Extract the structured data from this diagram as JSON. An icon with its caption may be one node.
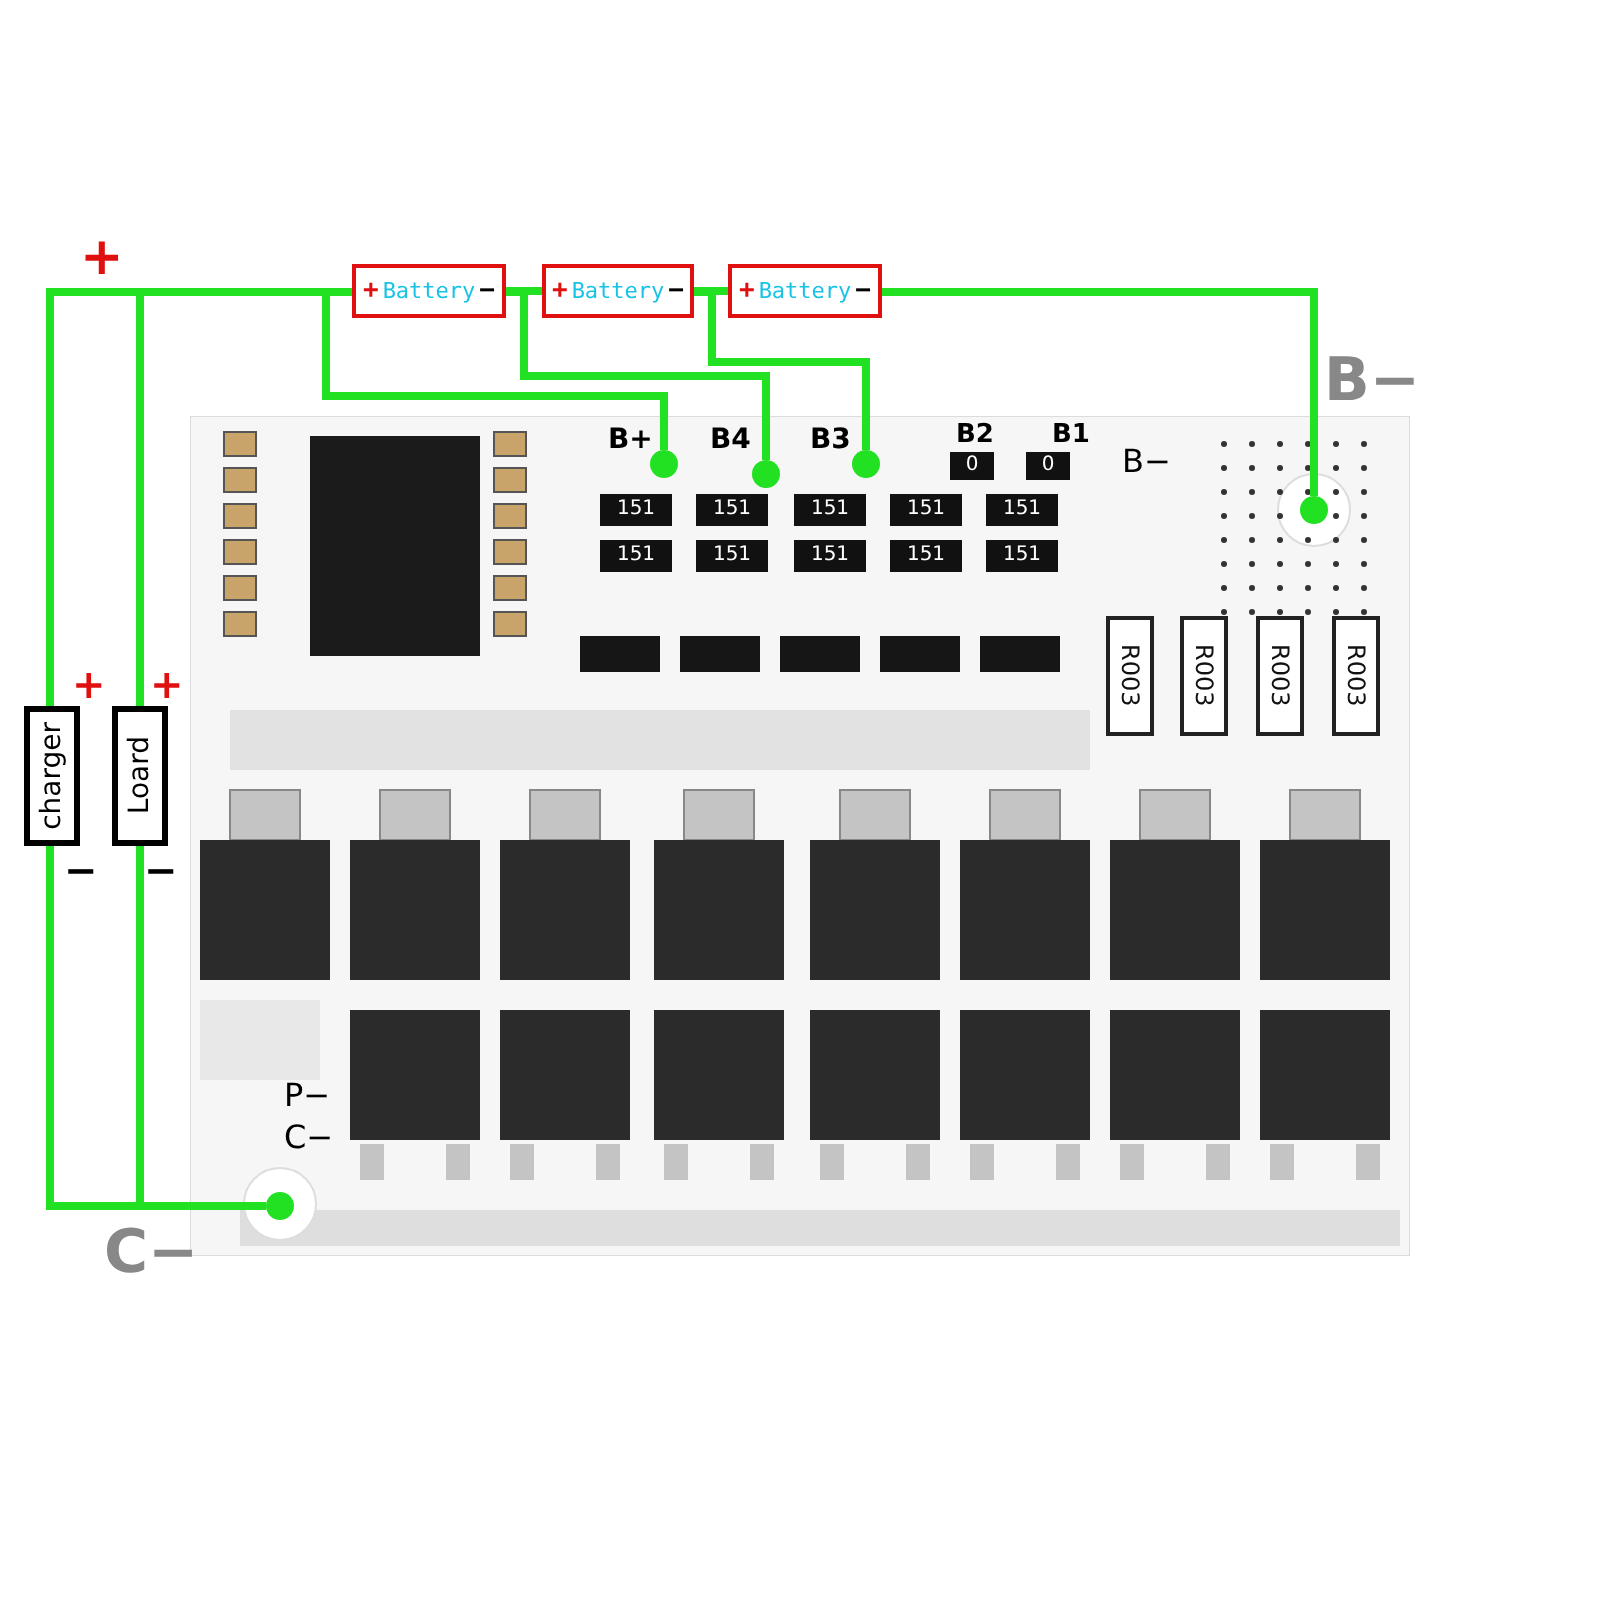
{
  "diagram": {
    "nodes": [
      {
        "text": [],
        "shape": "picture"
      },
      {
        "text": [
          "+",
          "Battery",
          "−"
        ]
      },
      {
        "text": [
          "+",
          "Battery",
          "−"
        ]
      },
      {
        "text": [
          "+",
          "Battery",
          "−"
        ]
      },
      {
        "text": [
          "charger"
        ],
        "beside": [
          "+",
          "−"
        ]
      },
      {
        "text": [
          "Loard"
        ],
        "beside": [
          "+",
          "−"
        ]
      },
      {
        "text": [],
        "shape": "circle",
        "in": 0,
        "beside": [
          "B+"
        ]
      },
      {
        "text": [],
        "shape": "circle",
        "in": 0,
        "beside": [
          "B4"
        ]
      },
      {
        "text": [],
        "shape": "circle",
        "in": 0,
        "beside": [
          "B3"
        ]
      },
      {
        "text": [],
        "shape": "circle",
        "in": 0,
        "beside": [
          "B−"
        ]
      },
      {
        "text": [],
        "shape": "circle",
        "in": 0,
        "beside": [
          "C−"
        ]
      }
    ],
    "edges": [
      {
        "from": 4,
        "to": 1,
        "arrow": "none"
      },
      {
        "from": 5,
        "to": 1,
        "arrow": "none"
      },
      {
        "from": 1,
        "to": 6,
        "arrow": "none"
      },
      {
        "from": 1,
        "to": 2,
        "arrow": "none"
      },
      {
        "from": 1,
        "to": 7,
        "arrow": "none"
      },
      {
        "from": 2,
        "to": 3,
        "arrow": "none"
      },
      {
        "from": 2,
        "to": 8,
        "arrow": "none"
      },
      {
        "from": 3,
        "to": 9,
        "arrow": "none"
      },
      {
        "from": 4,
        "to": 10,
        "arrow": "none"
      },
      {
        "from": 5,
        "to": 10,
        "arrow": "none"
      }
    ],
    "labels": [
      "+",
      "B2",
      "B1",
      "0",
      "0",
      "B−",
      "151",
      "151",
      "151",
      "151",
      "151",
      "151",
      "151",
      "151",
      "151",
      "151",
      "R003",
      "R003",
      "R003",
      "R003",
      "P−",
      "C−"
    ]
  }
}
